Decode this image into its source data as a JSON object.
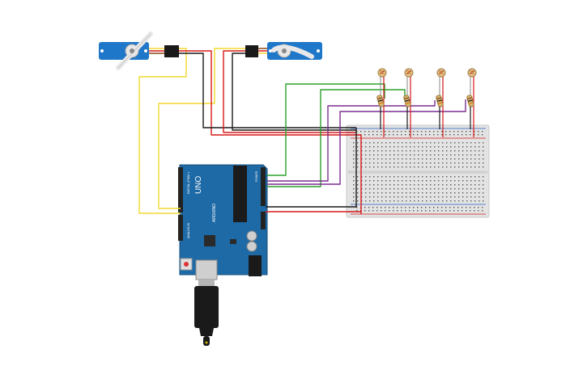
{
  "arduino": {
    "model_label": "UNO",
    "brand_label": "ARDUINO",
    "header_digital_label": "DIGITAL (PWM~)",
    "header_analog_label": "ANALOG IN",
    "header_power_label": "POWER"
  },
  "components": {
    "servos": 2,
    "photoresistors": 4,
    "resistors": 4,
    "breadboard": 1
  },
  "wire_colors": {
    "yellow": "#f2d930",
    "red": "#d71818",
    "black": "#1a1a1a",
    "green": "#2ca02c",
    "purple": "#7b2d91",
    "board_blue": "#1e6aa6",
    "servo_blue": "#1f77c9"
  }
}
